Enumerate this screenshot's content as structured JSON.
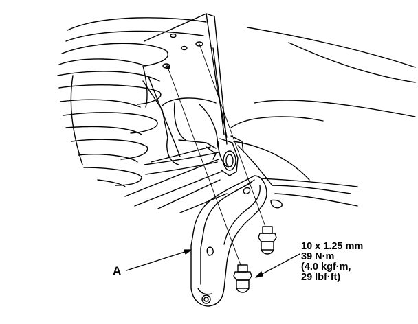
{
  "callout_a": "A",
  "torque_spec": {
    "size": "10 x 1.25 mm",
    "newton_meters": "39 N·m",
    "kgf_meters": "(4.0 kgf·m,",
    "lbf_feet": "29 lbf·ft)"
  }
}
